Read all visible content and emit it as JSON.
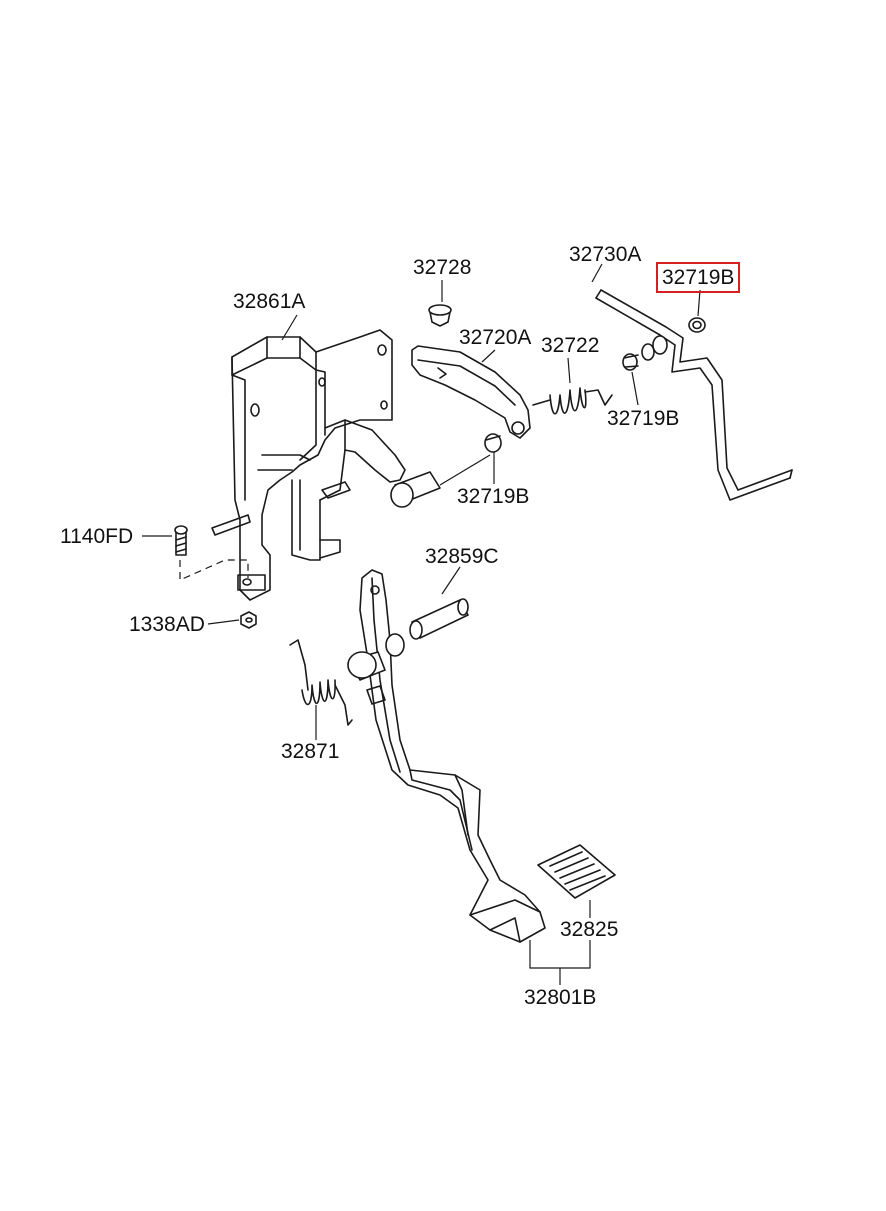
{
  "labels": {
    "p32728": "32728",
    "p32730A": "32730A",
    "p32719B_top": "32719B",
    "p32861A": "32861A",
    "p32720A": "32720A",
    "p32722": "32722",
    "p32719B_mid": "32719B",
    "p32719B_low": "32719B",
    "p1140FD": "1140FD",
    "p32859C": "32859C",
    "p1338AD": "1338AD",
    "p32871": "32871",
    "p32825": "32825",
    "p32801B": "32801B"
  },
  "highlighted_part": "32719B",
  "colors": {
    "highlight": "#d62020",
    "line": "#1a1a1a"
  }
}
